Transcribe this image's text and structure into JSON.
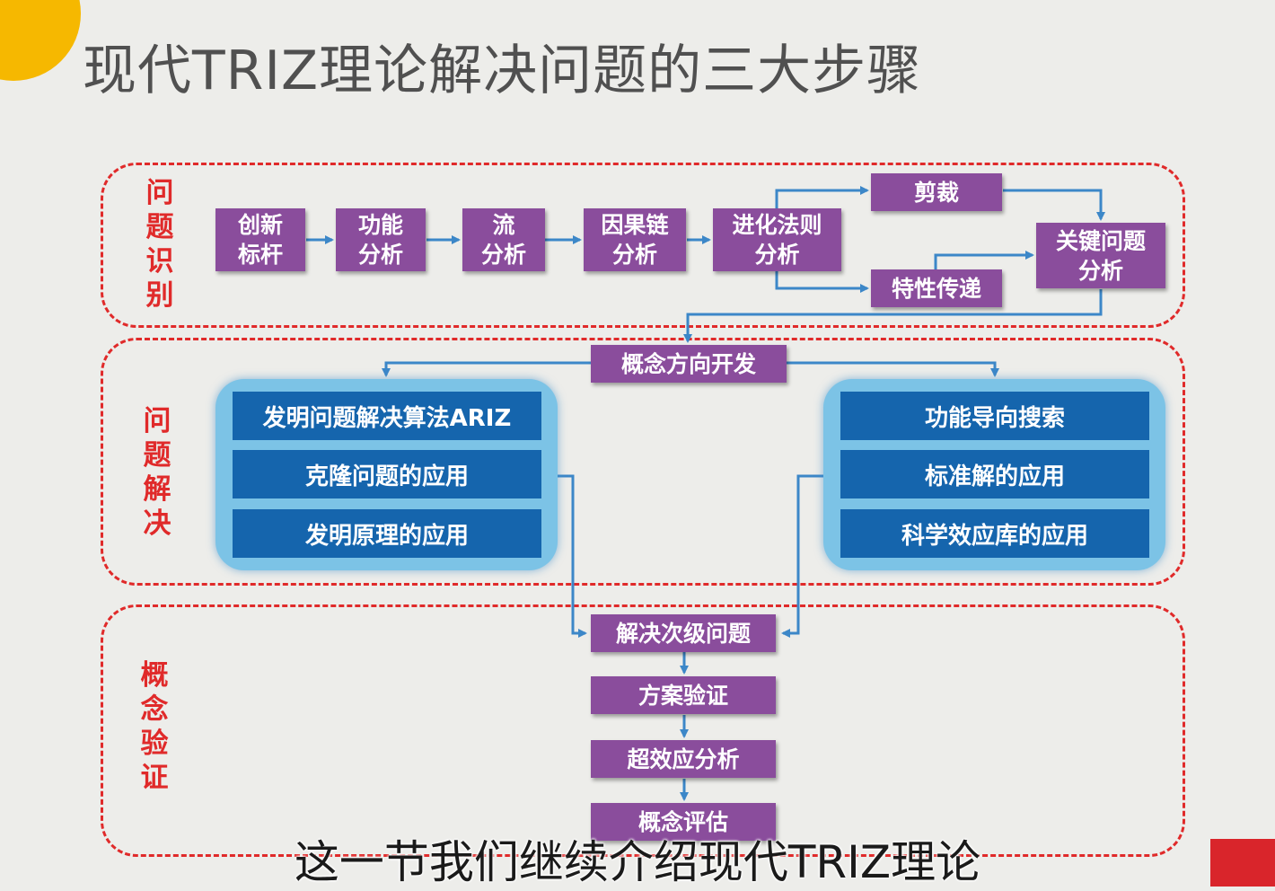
{
  "title": "现代TRIZ理论解决问题的三大步骤",
  "regions": {
    "identify": "问\n题\n识\n别",
    "solve": "问\n题\n解\n决",
    "verify": "概\n念\n验\n证"
  },
  "identify_steps": {
    "benchmark": "创新\n标杆",
    "function_analysis": "功能\n分析",
    "flow_analysis": "流\n分析",
    "causal_chain": "因果链\n分析",
    "evolution_laws": "进化法则\n分析",
    "trimming": "剪裁",
    "feature_transfer": "特性传递",
    "key_problem": "关键问题\n分析"
  },
  "concept_direction": "概念方向开发",
  "left_panel": [
    "发明问题解决算法ARIZ",
    "克隆问题的应用",
    "发明原理的应用"
  ],
  "right_panel": [
    "功能导向搜索",
    "标准解的应用",
    "科学效应库的应用"
  ],
  "verify_steps": {
    "secondary": "解决次级问题",
    "validation": "方案验证",
    "super_effect": "超效应分析",
    "evaluation": "概念评估"
  },
  "subtitle": "这一节我们继续介绍现代TRIZ理论",
  "colors": {
    "accent_red": "#e02a2a",
    "process_purple": "#8a4d9c",
    "method_blue": "#1565ad",
    "arrow_blue": "#3c87c8"
  }
}
